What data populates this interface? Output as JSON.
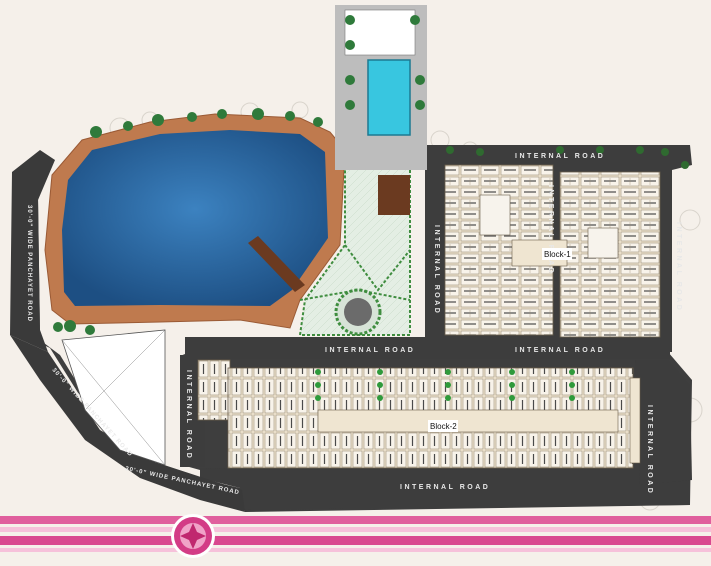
{
  "labels": {
    "internal_road_top": "INTERNAL ROAD",
    "internal_road_mid_left": "INTERNAL ROAD",
    "internal_road_mid_right": "INTERNAL ROAD",
    "internal_road_bottom": "INTERNAL ROAD",
    "internal_road_v_left": "INTERNAL ROAD",
    "internal_road_v_right": "INTERNAL ROAD",
    "internal_road_v_block2": "INTERNAL ROAD",
    "internal_road_v_east": "INTERNAL ROAD",
    "panchayet_road_left": "30'-0\" WIDE PANCHAYET ROAD",
    "panchayet_road_diag": "30'-0\" WIDE PANCHAYET ROAD",
    "panchayet_road_bottom": "30'-0\" WIDE PANCHAYET ROAD",
    "block_1": "Block-1",
    "block_2": "Block-2"
  },
  "colors": {
    "pond": "#2f6ea8",
    "pond_border": "#b97248",
    "road": "#3d3d3d",
    "garden": "#d8ead8",
    "building": "#ebe0cc",
    "ribbon": "#d9488f",
    "ribbon_light": "#f3a5cb"
  }
}
